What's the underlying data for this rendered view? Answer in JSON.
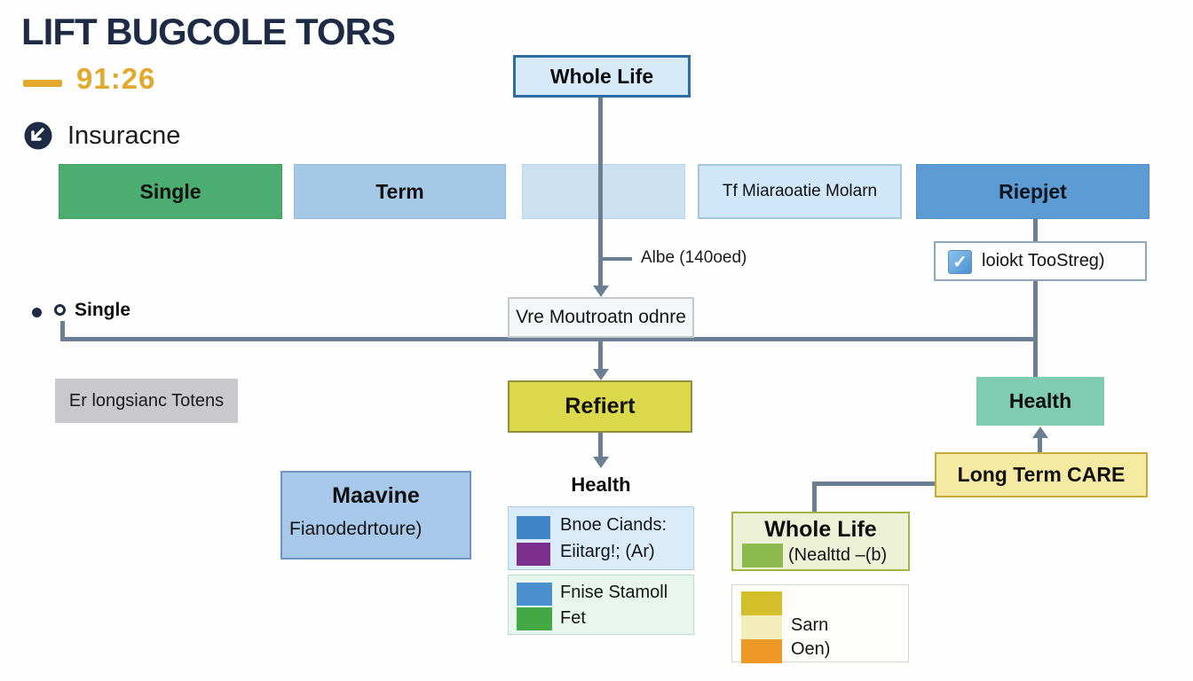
{
  "header": {
    "title": "LIFT BUGCOLE TORS",
    "code": "91:26",
    "category": "Insuracne"
  },
  "colors": {
    "accent_gold": "#e2a92e",
    "connector": "#6b7e92",
    "navy": "#1e2b45"
  },
  "top_row": {
    "single": "Single",
    "term": "Term",
    "blank": "",
    "molarn": "Tf Miaraoatie Molarn",
    "riepjet": "Riepjet"
  },
  "flow": {
    "whole_life_top": "Whole Life",
    "branch_label": "Albe (140oed)",
    "vre": "Vre Moutroatn odnre",
    "refiert": "Refiert",
    "health_label": "Health"
  },
  "left": {
    "bullet_item": "Single",
    "gray_note": "Er longsianc Totens",
    "maavine_title": "Maavine",
    "maavine_subtitle": "Fianodedrtoure)"
  },
  "right": {
    "checkbox_label": "loiokt TooStreg)",
    "checkbox_checked": "✓",
    "health_box": "Health",
    "long_term_care": "Long Term CARE",
    "whole_life_title": "Whole Life",
    "whole_life_subtitle": "(Nealttd –(b)",
    "whole_life_swatch": "#8cba4f"
  },
  "legends": {
    "health_legend_a": {
      "items": [
        {
          "color": "#3f86c8",
          "label": "Bnoe Ciands:"
        },
        {
          "color": "#7b2e8c",
          "label": "Eiitarg!; (Ar)"
        }
      ]
    },
    "health_legend_b": {
      "items": [
        {
          "color": "#4a90d0",
          "label": "Fnise Stamoll"
        },
        {
          "color": "#44a944",
          "label": "Fet"
        }
      ]
    },
    "care_legend": {
      "items": [
        {
          "color": "#d2bf2a",
          "label": ""
        },
        {
          "color": "#f3edba",
          "label": "Sarn"
        },
        {
          "color": "#ee9925",
          "label": "Oen)"
        }
      ]
    }
  }
}
